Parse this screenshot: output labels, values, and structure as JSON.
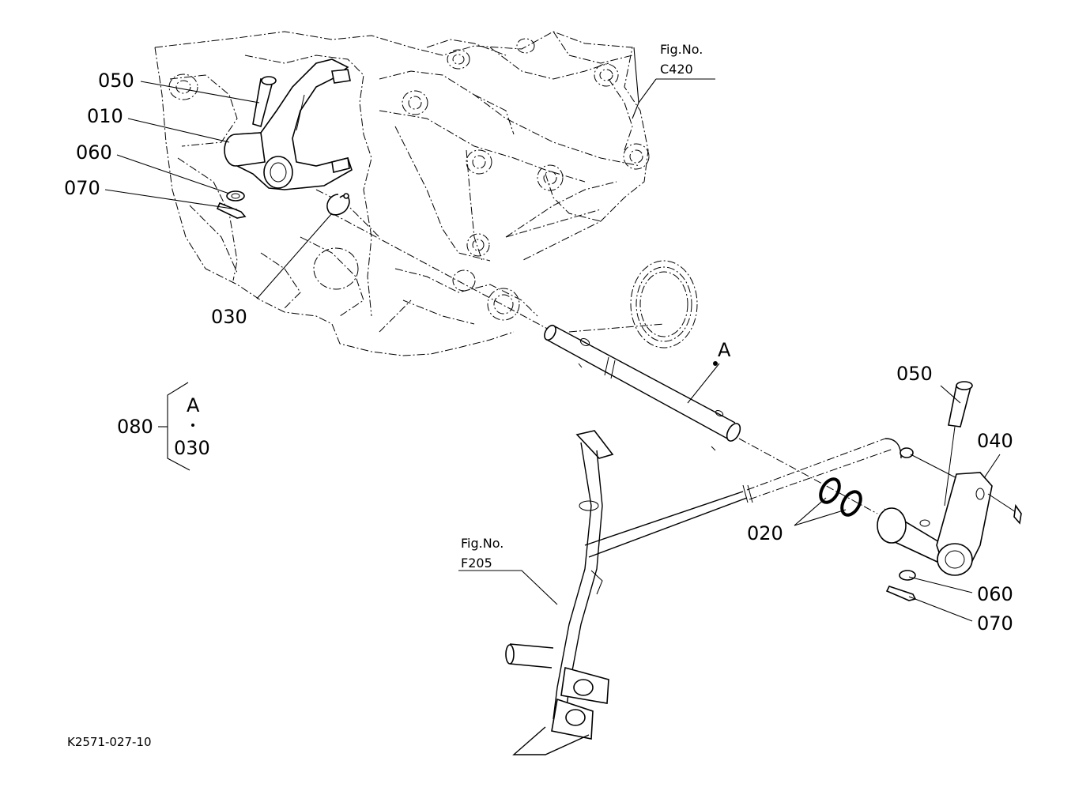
{
  "figure_code": "K2571-027-10",
  "fig_refs": [
    {
      "prefix": "Fig.No.",
      "code": "C420"
    },
    {
      "prefix": "Fig.No.",
      "code": "F205"
    }
  ],
  "callouts": {
    "p050a": "050",
    "p010": "010",
    "p060a": "060",
    "p070a": "070",
    "p030": "030",
    "pA": "A",
    "p050b": "050",
    "p040": "040",
    "p020": "020",
    "p060b": "060",
    "p070b": "070"
  },
  "kit": {
    "number": "080",
    "letter": "A",
    "part": "030"
  }
}
